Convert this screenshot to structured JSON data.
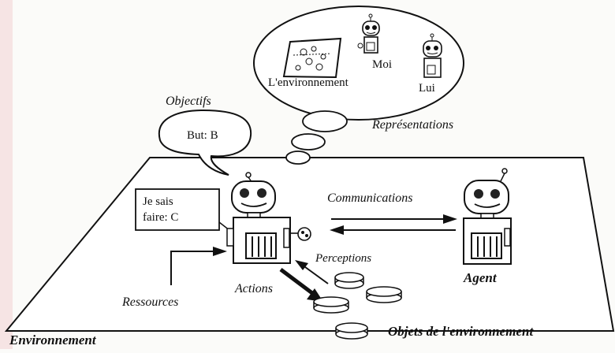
{
  "labels": {
    "environment_repr": "L'environnement",
    "moi": "Moi",
    "lui": "Lui",
    "objectifs": "Objectifs",
    "but": "But: B",
    "representations": "Représentations",
    "je_sais_line1": "Je sais",
    "je_sais_line2": "faire: C",
    "communications": "Communications",
    "perceptions": "Perceptions",
    "actions": "Actions",
    "ressources": "Ressources",
    "agent": "Agent",
    "environnement": "Environnement",
    "objets": "Objets de l'environnement"
  },
  "colors": {
    "ink": "#111111",
    "paper": "#fbfbf9",
    "border_left": "#f2dede"
  }
}
